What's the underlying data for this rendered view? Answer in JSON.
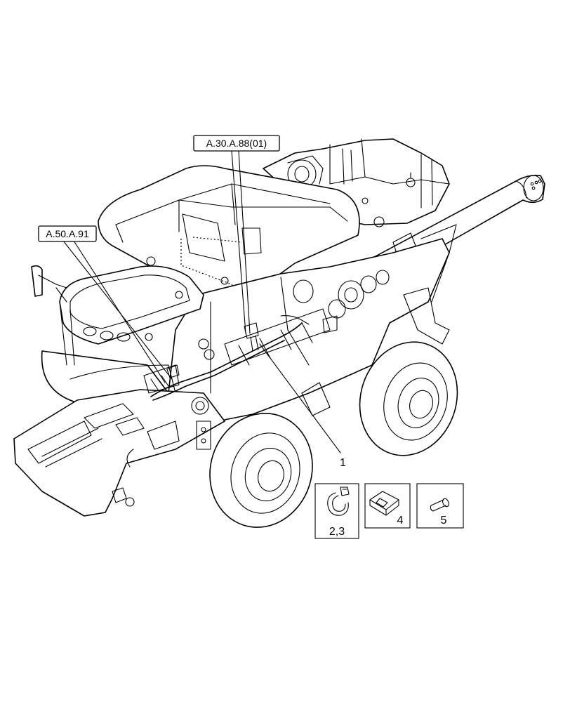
{
  "references": {
    "ref_a30": "A.30.A.88(01)",
    "ref_a50": "A.50.A.91"
  },
  "callouts": {
    "item_1": "1",
    "item_2_3": "2,3",
    "item_4": "4",
    "item_5": "5"
  }
}
